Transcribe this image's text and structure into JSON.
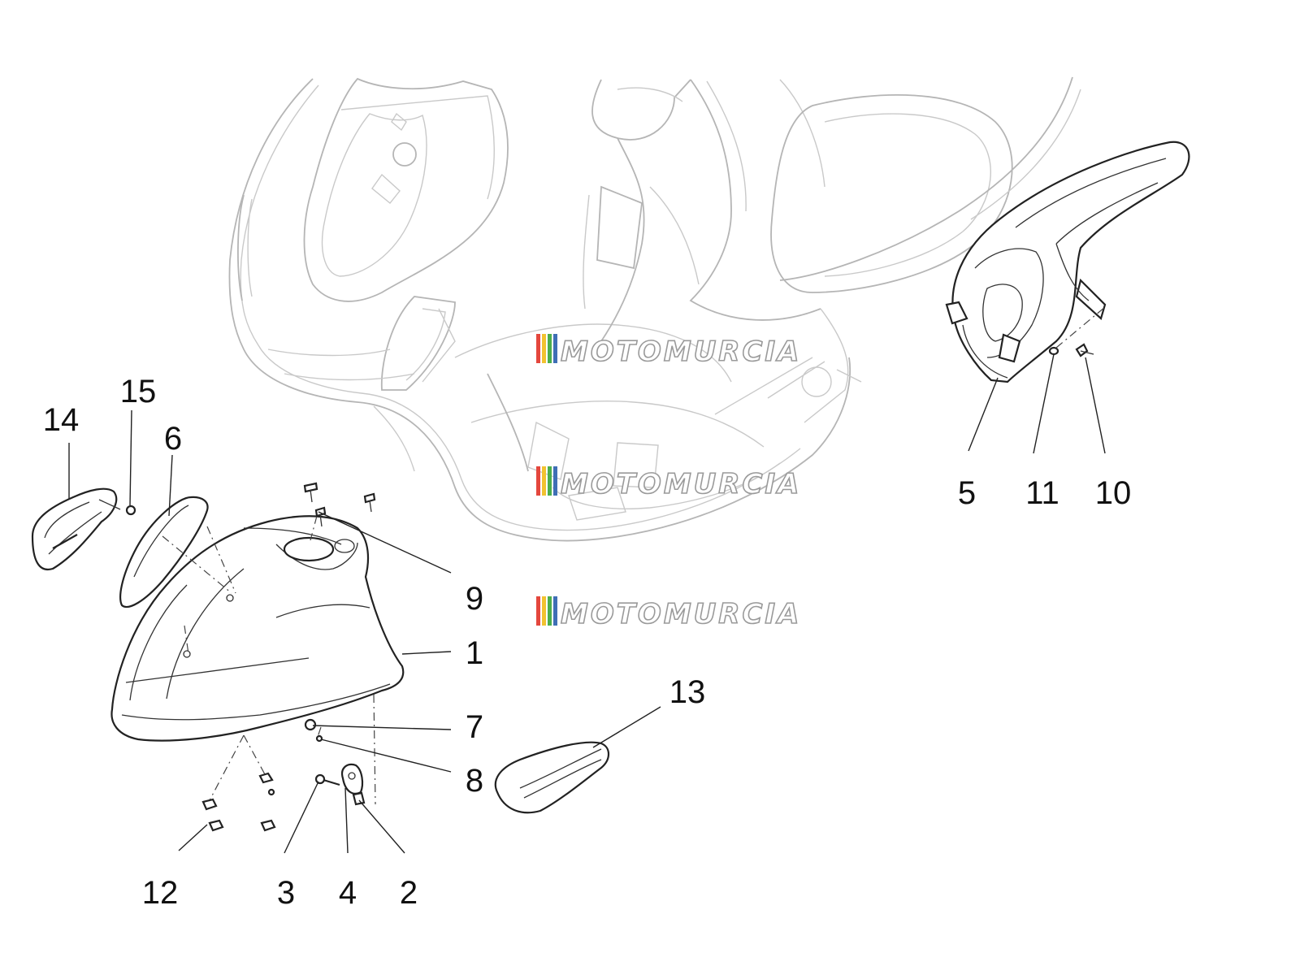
{
  "diagram": {
    "callouts": [
      {
        "id": "c1",
        "label": "1"
      },
      {
        "id": "c2",
        "label": "2"
      },
      {
        "id": "c3",
        "label": "3"
      },
      {
        "id": "c4",
        "label": "4"
      },
      {
        "id": "c5",
        "label": "5"
      },
      {
        "id": "c6",
        "label": "6"
      },
      {
        "id": "c7",
        "label": "7"
      },
      {
        "id": "c8",
        "label": "8"
      },
      {
        "id": "c9",
        "label": "9"
      },
      {
        "id": "c10",
        "label": "10"
      },
      {
        "id": "c11",
        "label": "11"
      },
      {
        "id": "c12",
        "label": "12"
      },
      {
        "id": "c13",
        "label": "13"
      },
      {
        "id": "c14",
        "label": "14"
      },
      {
        "id": "c15",
        "label": "15"
      }
    ],
    "watermarks": [
      "MOTOMURCIA",
      "MOTOMURCIA",
      "MOTOMURCIA"
    ],
    "watermark_colors": [
      "#e4473d",
      "#f2c230",
      "#4cae4c",
      "#3f6fb5"
    ],
    "icons": [
      "front-mudguard",
      "rear-splash-guard",
      "badge-plate",
      "grille-cover-left",
      "grille-cover-right",
      "screw",
      "nut",
      "clip",
      "washer"
    ]
  }
}
